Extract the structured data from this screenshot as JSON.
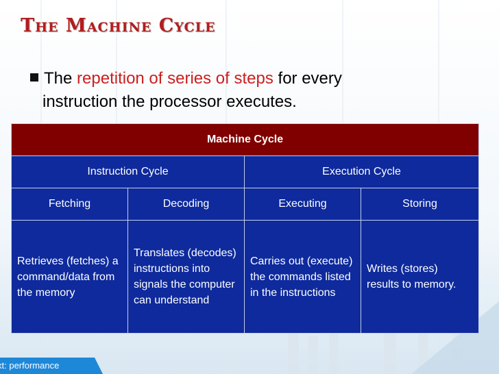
{
  "slide": {
    "title": "The Machine Cycle",
    "bullet": {
      "lead": "The",
      "highlight": "repetition of series of steps",
      "tail_line1": "for every",
      "line2": "instruction the processor executes."
    }
  },
  "table": {
    "header": "Machine Cycle",
    "groups": [
      "Instruction Cycle",
      "Execution Cycle"
    ],
    "phases": [
      "Fetching",
      "Decoding",
      "Executing",
      "Storing"
    ],
    "descriptions": [
      "Retrieves (fetches) a command/data from the memory",
      "Translates (decodes) instructions into signals the computer can understand",
      "Carries out (execute) the commands listed in the instructions",
      "Writes (stores) results to memory."
    ]
  },
  "footer": {
    "label": "xt: performance"
  },
  "colors": {
    "title": "#b11e1e",
    "highlight": "#cc1f1f",
    "table_header": "#800000",
    "table_body": "#0e2a9c",
    "footer_tab": "#1e88d8"
  }
}
